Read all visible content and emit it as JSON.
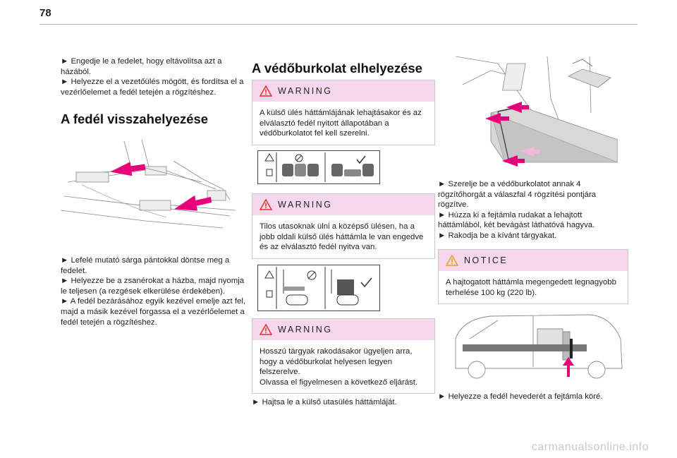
{
  "page": {
    "number": "78",
    "watermark": "carmanualsonline.info"
  },
  "col1": {
    "p1": "► Engedje le a fedelet, hogy eltávolítsa azt a házából.\n► Helyezze el a vezetőülés mögött, és fordítsa el a vezérlőelemet a fedél tetején a rögzítéshez.",
    "title": "A fedél visszahelyezése",
    "p2": "► Lefelé mutató sárga pántokkal döntse meg a fedelet.\n► Helyezze be a zsanérokat a házba, majd nyomja le teljesen (a rezgések elkerülése érdekében).\n► A fedél bezárásához egyik kezével emelje azt fel, majd a másik kezével forgassa el a vezérlőelemet a fedél tetején a rögzítéshez."
  },
  "col2": {
    "title": "A védőburkolat elhelyezése",
    "warning1": {
      "label": "WARNING",
      "text": "A külső ülés háttámlájának lehajtásakor és az elválasztó fedél nyitott állapotában a védőburkolatot fel kell szerelni."
    },
    "warning2": {
      "label": "WARNING",
      "text": "Tilos utasoknak ülni a középső ülésen, ha a jobb oldali külső ülés háttámla le van engedve és az elválasztó fedél nyitva van."
    },
    "warning3": {
      "label": "WARNING",
      "text": "Hosszú tárgyak rakodásakor ügyeljen arra, hogy a védőburkolat helyesen legyen felszerelve.\nOlvassa el figyelmesen a következő eljárást."
    },
    "p_bottom": "► Hajtsa le a külső utasülés háttámláját."
  },
  "col3": {
    "p1": "► Szerelje be a védőburkolatot annak 4 rögzítőhorgát a válaszfal 4 rögzítési pontjára rögzítve.\n► Húzza ki a fejtámla rudakat a lehajtott háttámlából, két bevágást láthatóvá hagyva.\n► Rakodja be a kívánt tárgyakat.",
    "notice": {
      "label": "NOTICE",
      "text": "A hajtogatott háttámla megengedett legnagyobb terhelése 100 kg (220 lb)."
    },
    "p_bottom": "► Helyezze a fedél hevederét a fejtámla köré."
  },
  "colors": {
    "pink_header": "#f6d8ec",
    "arrow_magenta": "#e8007a",
    "warn_red": "#e03030",
    "notice_amber": "#e8a020"
  }
}
